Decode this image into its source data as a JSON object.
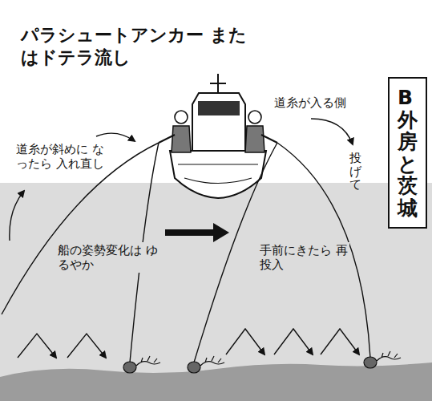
{
  "diagram": {
    "title": "パラシュートアンカー またはドテラ流し",
    "nodes": [
      {
        "text": [
          "B外房と茨城"
        ]
      }
    ],
    "labels": [
      "道糸が斜めに なったら 入れ直し",
      "道糸が入る側",
      "投げて",
      "船の姿勢変化は ゆるやか",
      "手前にきたら 再投入"
    ]
  }
}
